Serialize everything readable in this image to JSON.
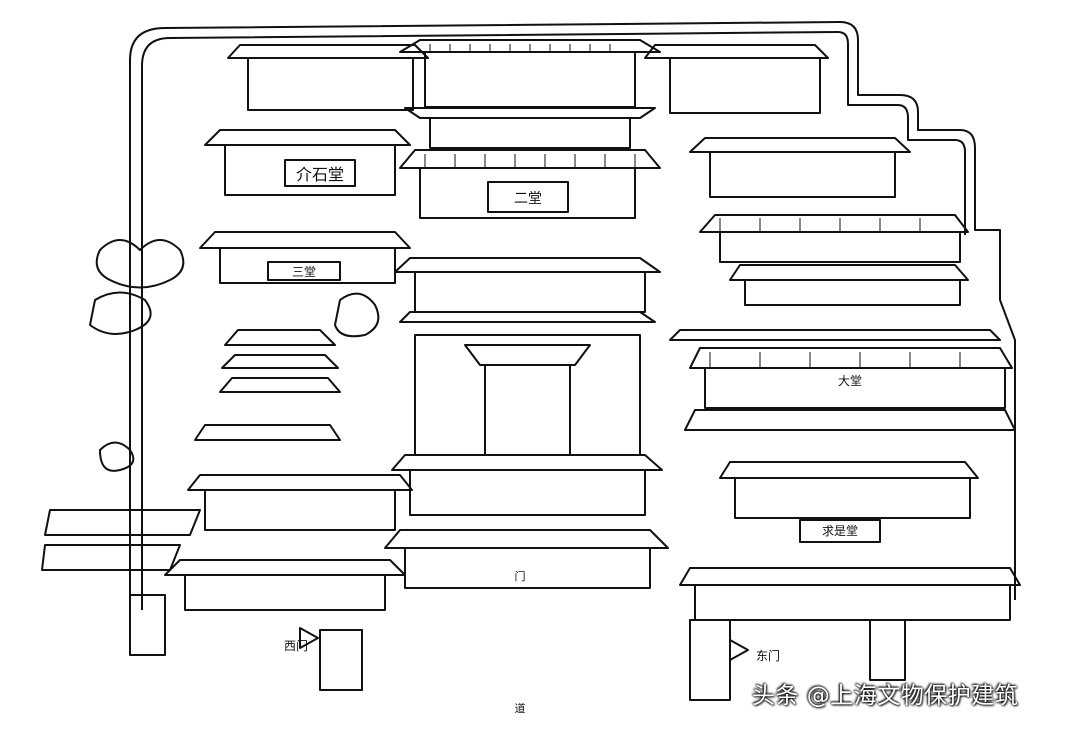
{
  "scroll_labels": {
    "jieshi_hall": "介石堂",
    "erhui_hall": "二堂",
    "sanxi_hall": "三堂",
    "qiuyuan_hall": "求是堂",
    "right_court": "大堂",
    "gate_sign": "门",
    "left_gate": "西门",
    "right_gate": "东门",
    "bottom_sign": "道"
  },
  "watermark": {
    "text": "头条 @上海文物保护建筑"
  },
  "colors": {
    "ink": "#111111",
    "paper": "#ffffff"
  }
}
